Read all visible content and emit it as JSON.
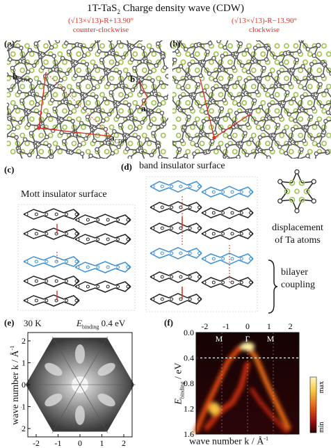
{
  "figure": {
    "title": "1T-TaS",
    "title_sub": "2",
    "title_rest": " Charge density wave (CDW)"
  },
  "panel_a": {
    "label": "(a)",
    "phase": "(√13×√13)-R+13.90°",
    "direction": "counter-clockwise",
    "vec_b_cdw": "b",
    "vec_b_cdw_sub": "CDW",
    "vec_b_1x1": "b",
    "vec_b_1x1_sub": "1×1",
    "vec_a_1x1": "a",
    "vec_a_1x1_sub": "1×1",
    "vec_a_cdw": "a",
    "vec_a_cdw_sub": "CDW"
  },
  "panel_b": {
    "label": "(b)",
    "phase": "(√13×√13)-R−13.90°",
    "direction": "clockwise"
  },
  "panel_c": {
    "label": "(c)",
    "title": "Mott insulator surface"
  },
  "panel_d": {
    "label": "(d)",
    "title": "band insulator surface"
  },
  "inset": {
    "caption_1": "displacement",
    "caption_2": "of Ta atoms",
    "bilayer_1": "bilayer",
    "bilayer_2": "coupling"
  },
  "panel_e": {
    "label": "(e)",
    "temperature": "30 K",
    "ebinding_label": "E",
    "ebinding_sub": "binding",
    "ebinding_value": " 0.4 eV",
    "ylabel": "wave number k / Å",
    "ylabel_sup": "-1",
    "y_ticks": [
      "2",
      "1",
      "0",
      "-1",
      "-2"
    ],
    "x_ticks": [
      "-2",
      "-1",
      "0",
      "1",
      "2"
    ]
  },
  "panel_f": {
    "label": "(f)",
    "top_ticks": [
      "-2",
      "-1",
      "0",
      "1",
      "2"
    ],
    "sym_points": [
      "M",
      "Γ",
      "M"
    ],
    "y_label": "E",
    "y_label_sub": "binding",
    "y_label_rest": " / eV",
    "y_ticks": [
      "0.0",
      "0.4",
      "0.8",
      "1.2",
      "1.6"
    ],
    "x_label": "wave number k / Å",
    "x_label_sup": "-1",
    "colorbar_max": "max",
    "colorbar_min": "min"
  },
  "colors": {
    "accent_red": "#d9352a",
    "ta_atom": "#555555",
    "s_atom": "#9bc34a",
    "layer_blue": "#3a8fd6",
    "colorbar_top": "#fff2a0",
    "colorbar_bottom": "#8b0000"
  }
}
